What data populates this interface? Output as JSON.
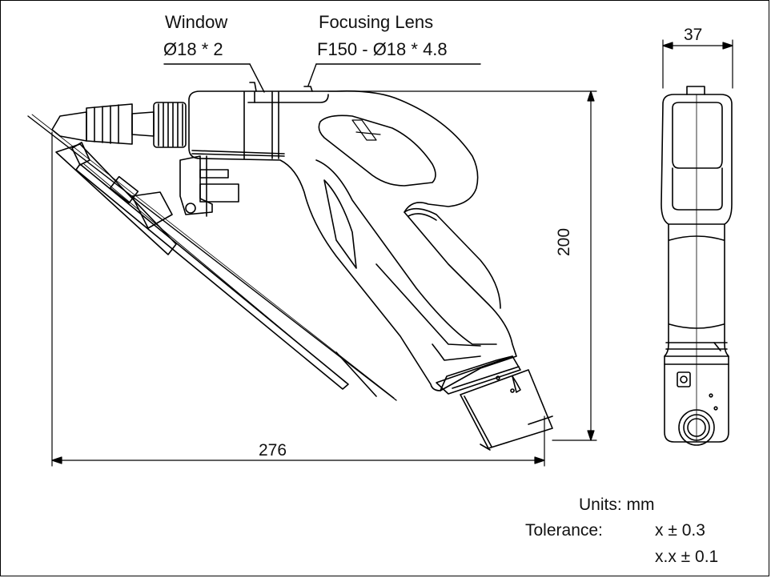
{
  "callouts": {
    "window": {
      "title": "Window",
      "spec": "Ø18 * 2"
    },
    "focusing_lens": {
      "title": "Focusing Lens",
      "spec": "F150 - Ø18 * 4.8"
    }
  },
  "dimensions": {
    "side_width": "37",
    "height": "200",
    "length": "276"
  },
  "notes": {
    "units": "Units: mm",
    "tolerance_label": "Tolerance:",
    "tolerance_1": "x ± 0.3",
    "tolerance_2": "x.x ± 0.1"
  }
}
